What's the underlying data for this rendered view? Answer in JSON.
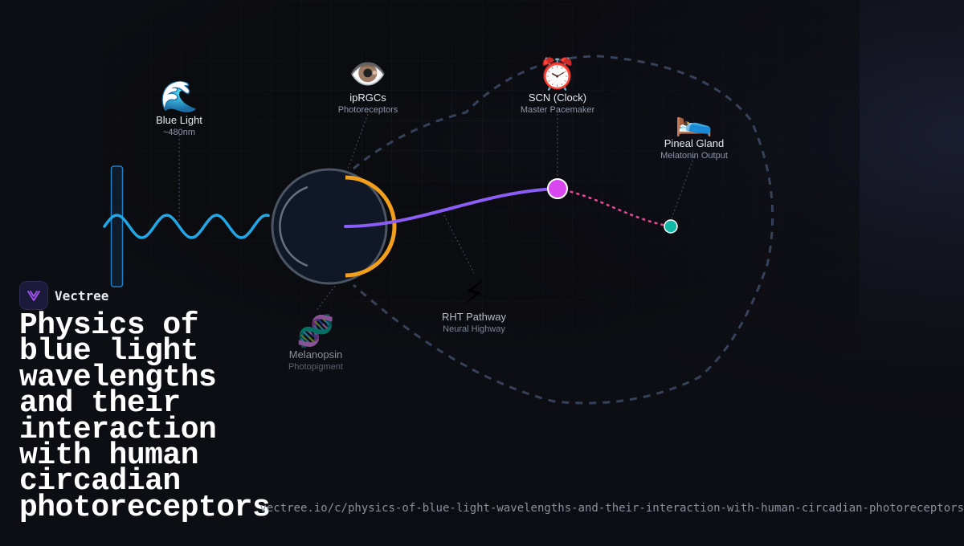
{
  "brand": {
    "name": "Vectree"
  },
  "title": "Physics of blue light wavelengths and their interaction with human circadian photoreceptors",
  "url": "vectree.io/c/physics-of-blue-light-wavelengths-and-their-interaction-with-human-circadian-photoreceptors",
  "nodes": {
    "blue_light": {
      "icon": "🌊",
      "label": "Blue Light",
      "sub": "~480nm"
    },
    "iprgcs": {
      "icon": "👁️",
      "label": "ipRGCs",
      "sub": "Photoreceptors"
    },
    "scn": {
      "icon": "⏰",
      "label": "SCN (Clock)",
      "sub": "Master Pacemaker"
    },
    "pineal": {
      "icon": "🛌",
      "label": "Pineal Gland",
      "sub": "Melatonin Output"
    },
    "rht": {
      "icon": "⚡",
      "label": "RHT Pathway",
      "sub": "Neural Highway"
    },
    "melanopsin": {
      "icon": "🧬",
      "label": "Melanopsin",
      "sub": "Photopigment"
    }
  },
  "colors": {
    "wave": "#1fa8e8",
    "retina_arc": "#f29f1c",
    "nerve": "#8b5cf6",
    "scn_dot": "#d946ef",
    "hormone": "#ec4899",
    "pineal_dot": "#14b8a6"
  }
}
